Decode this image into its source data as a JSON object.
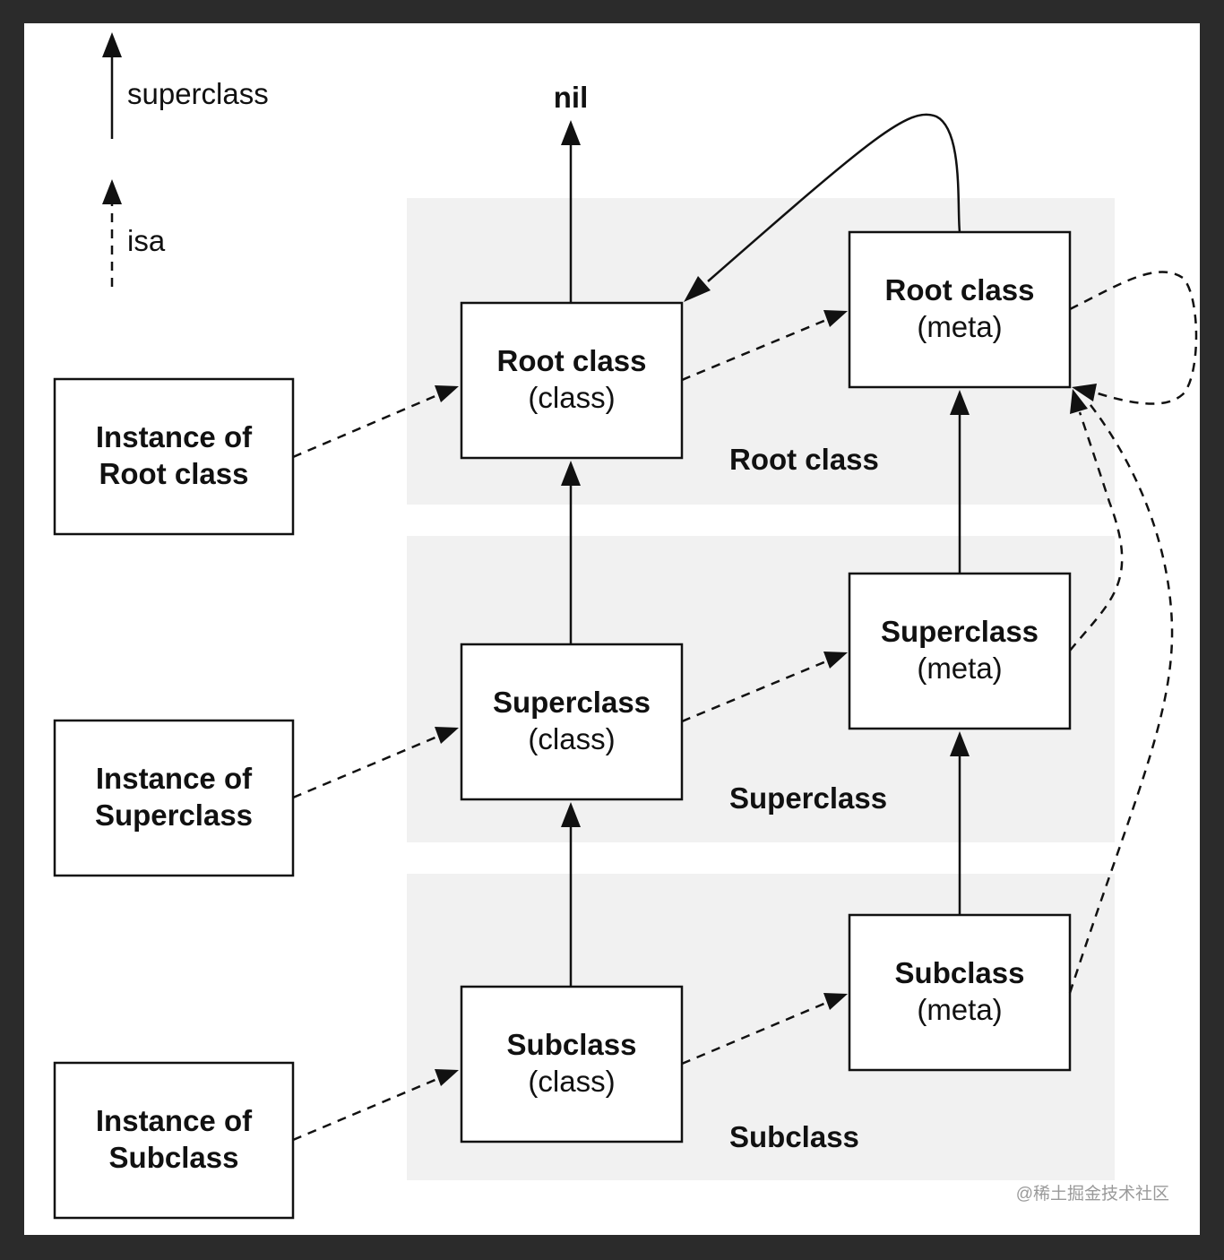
{
  "legend": {
    "superclass_label": "superclass",
    "isa_label": "isa"
  },
  "nil_label": "nil",
  "bands": {
    "root": "Root class",
    "superclass": "Superclass",
    "subclass": "Subclass"
  },
  "instances": {
    "root": {
      "line1": "Instance of",
      "line2": "Root class"
    },
    "superclass": {
      "line1": "Instance of",
      "line2": "Superclass"
    },
    "subclass": {
      "line1": "Instance of",
      "line2": "Subclass"
    }
  },
  "classes": {
    "root": {
      "title": "Root class",
      "kind": "(class)"
    },
    "superclass": {
      "title": "Superclass",
      "kind": "(class)"
    },
    "subclass": {
      "title": "Subclass",
      "kind": "(class)"
    }
  },
  "metas": {
    "root": {
      "title": "Root class",
      "kind": "(meta)"
    },
    "superclass": {
      "title": "Superclass",
      "kind": "(meta)"
    },
    "subclass": {
      "title": "Subclass",
      "kind": "(meta)"
    }
  },
  "watermark": "@稀土掘金技术社区"
}
